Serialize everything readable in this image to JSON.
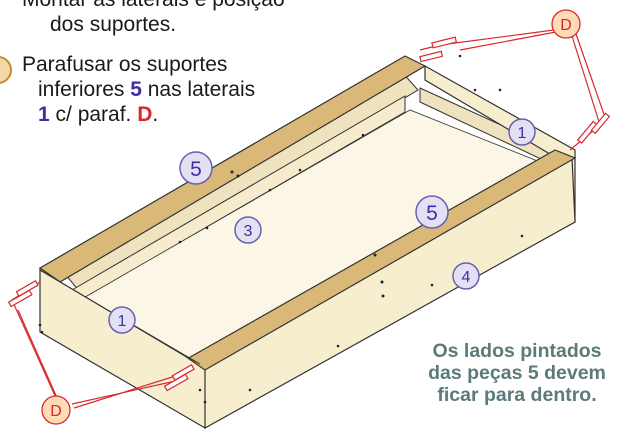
{
  "instructions": {
    "prev_step_line1": "Montar as laterais e posição",
    "prev_step_line2": "dos suportes.",
    "step6_line1": "Parafusar os suportes",
    "step6_line2": "inferiores ",
    "step6_num_5": "5",
    "step6_line2_b": " nas laterais",
    "step6_num_1": "1",
    "step6_line3": " c/ paraf. ",
    "step6_screw": "D",
    "step6_end": "."
  },
  "note": {
    "line1": "Os lados pintados",
    "line2": "das peças 5 devem",
    "line3": "ficar para dentro."
  },
  "callouts": {
    "part1_left": "1",
    "part1_right": "1",
    "part3": "3",
    "part4": "4",
    "part5_left": "5",
    "part5_right": "5",
    "screw_top": "D",
    "screw_bottom": "D"
  },
  "colors": {
    "wood_face": "#f7edcf",
    "wood_top": "#d9b878",
    "bubble_fill": "#e4e0f4",
    "bubble_stroke": "#6a5fb0",
    "screw_bubble_fill": "#ffdcb8",
    "screw_bubble_stroke": "#d8282c",
    "number_blue": "#3d2fa6",
    "screw_red": "#d8282c",
    "note_teal": "#5b7a7a"
  }
}
